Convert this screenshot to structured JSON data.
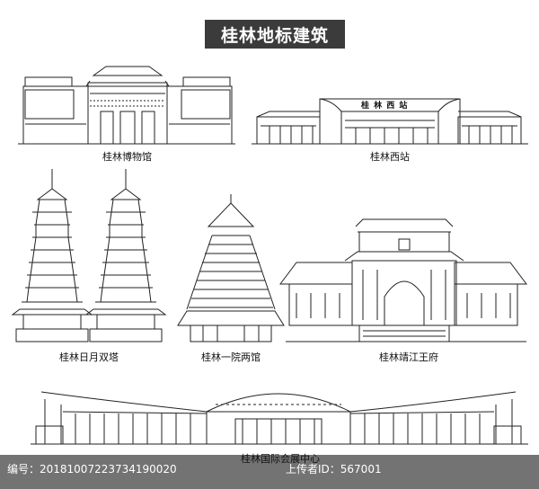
{
  "title": "桂林地标建筑",
  "captions": {
    "museum": "桂林博物馆",
    "west_station": "桂林西站",
    "west_station_sign": "桂 林 西 站",
    "twin_pagodas": "桂林日月双塔",
    "drum_tower": "桂林一院两馆",
    "palace": "桂林靖江王府",
    "expo_center": "桂林国际会展中心"
  },
  "footer": {
    "id_label": "编号：20181007223734190020",
    "uploader_label": "上传者ID：567001"
  },
  "colors": {
    "title_bg": "#3b3b3b",
    "line": "#222222"
  }
}
